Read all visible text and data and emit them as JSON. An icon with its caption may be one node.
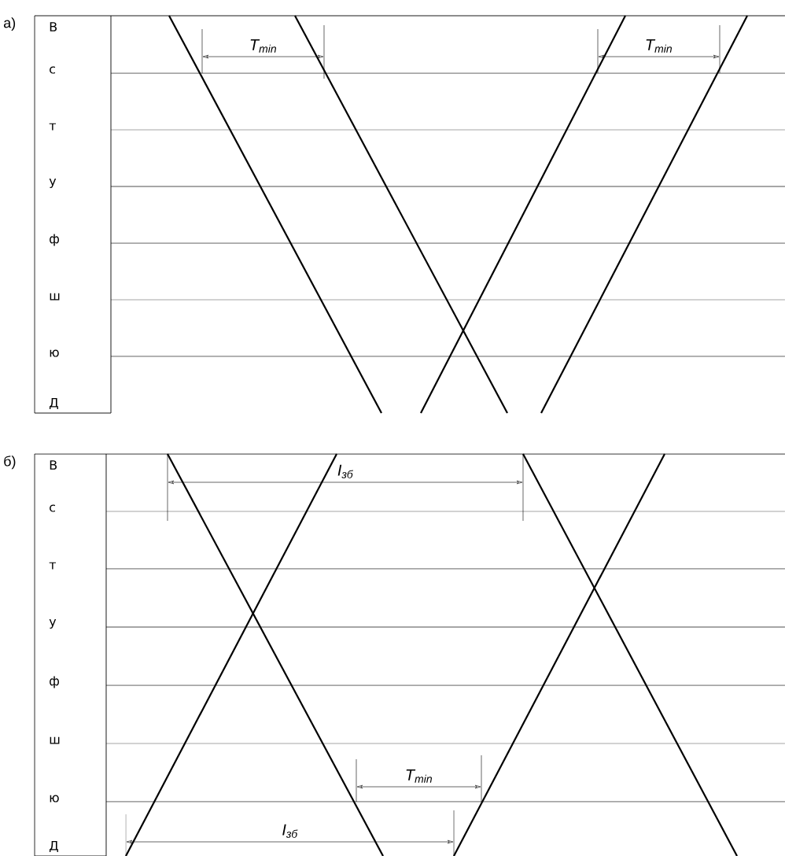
{
  "diagram": {
    "labels": [
      "а)",
      "В",
      "с",
      "т",
      "у",
      "ф",
      "ш",
      "ю",
      "Д",
      "T$_{min}$",
      "T$_{min}$",
      "б)",
      "В",
      "с",
      "т",
      "у",
      "ф",
      "ш",
      "ю",
      "Д",
      "I$_{зб}$",
      "T$_{min}$",
      "I$_{зб}$"
    ]
  }
}
